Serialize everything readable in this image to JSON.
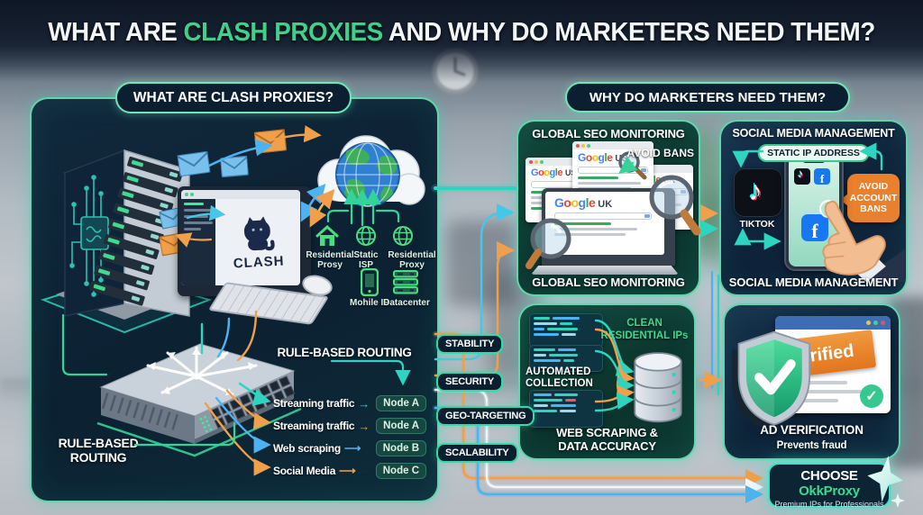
{
  "title": {
    "part1": "WHAT ARE ",
    "highlight": "CLASH PROXIES",
    "part2": " AND WHY DO MARKETERS NEED THEM?"
  },
  "left": {
    "header": "WHAT ARE CLASH PROXIES?",
    "clash_logo": "CLASH",
    "proxies": [
      {
        "label": "Residential Prosy"
      },
      {
        "label": "Static ISP"
      },
      {
        "label": "Residential Proxy"
      },
      {
        "label": "Mohile IP"
      },
      {
        "label": "Datacenter"
      }
    ],
    "routing_title": "RULE-BASED ROUTING",
    "routing_corner": "RULE-BASED ROUTING",
    "rules": [
      {
        "traffic": "Streaming traffic",
        "node": "Node A"
      },
      {
        "traffic": "Streaming traffic",
        "node": "Node A"
      },
      {
        "traffic": "Web scraping",
        "node": "Node B"
      },
      {
        "traffic": "Social Media",
        "node": "Node C"
      }
    ]
  },
  "benefits": [
    "STABILITY",
    "SECURITY",
    "GEO-TARGETING",
    "SCALABILITY"
  ],
  "right": {
    "header": "WHY DO MARKETERS NEED THEM?",
    "seo": {
      "title": "GLOBAL SEO MONITORING",
      "avoid": "AVOID BANS",
      "footer": "GLOBAL SEO MONITORING",
      "windows": [
        {
          "region": "US"
        },
        {
          "region": "US"
        },
        {
          "region": "UK"
        }
      ],
      "laptop_region": "UK"
    },
    "social": {
      "title": "SOCIAL MEDIA MANAGEMENT",
      "static_ip": "STATIC IP ADDRESS",
      "tiktok": "TIKTOK",
      "bubble": "AVOID ACCOUNT BANS",
      "footer": "SOCIAL MEDIA MANAGEMENT",
      "fb_letter": "f"
    },
    "scraping": {
      "automated": "AUTOMATED COLLECTION",
      "clean": "CLEAN RESIDENTIAL IPs",
      "footer": "WEB SCRAPING & DATA ACCURACY"
    },
    "ad": {
      "banner": "verified",
      "title": "AD VERIFICATION",
      "subtitle": "Prevents fraud"
    }
  },
  "cta": {
    "label": "CHOOSE",
    "brand": "OkkProxy",
    "subtitle": "Premium IPs for Professionals"
  },
  "google": {
    "letters": [
      {
        "c": "G",
        "color": "#4285F4"
      },
      {
        "c": "o",
        "color": "#EA4335"
      },
      {
        "c": "o",
        "color": "#FBBC05"
      },
      {
        "c": "g",
        "color": "#4285F4"
      },
      {
        "c": "l",
        "color": "#34A853"
      },
      {
        "c": "e",
        "color": "#EA4335"
      }
    ]
  },
  "icons": {
    "music_note": "♪",
    "check": "✓"
  },
  "colors": {
    "accent_green": "#3fd98f",
    "teal": "#2dd4bf",
    "orange": "#f0a04b",
    "blue": "#4db3f0",
    "panel_navy": "#0d2333",
    "panel_green": "#0d3a33"
  }
}
